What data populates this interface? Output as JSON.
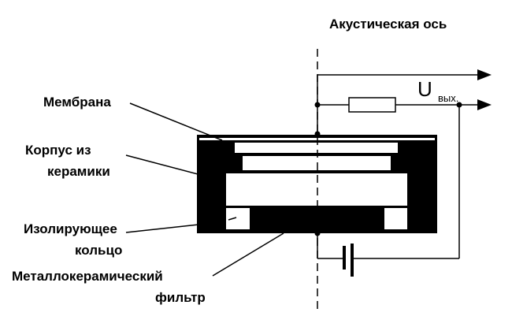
{
  "title": "Акустическая ось",
  "labels": {
    "membrane": "Мембрана",
    "body_1": "Корпус из",
    "body_2": "керамики",
    "ring_1": "Изолирующее",
    "ring_2": "кольцо",
    "filter_1": "Металлокерамический",
    "filter_2": "фильтр"
  },
  "output": {
    "symbol": "U",
    "subscript": "вых."
  }
}
